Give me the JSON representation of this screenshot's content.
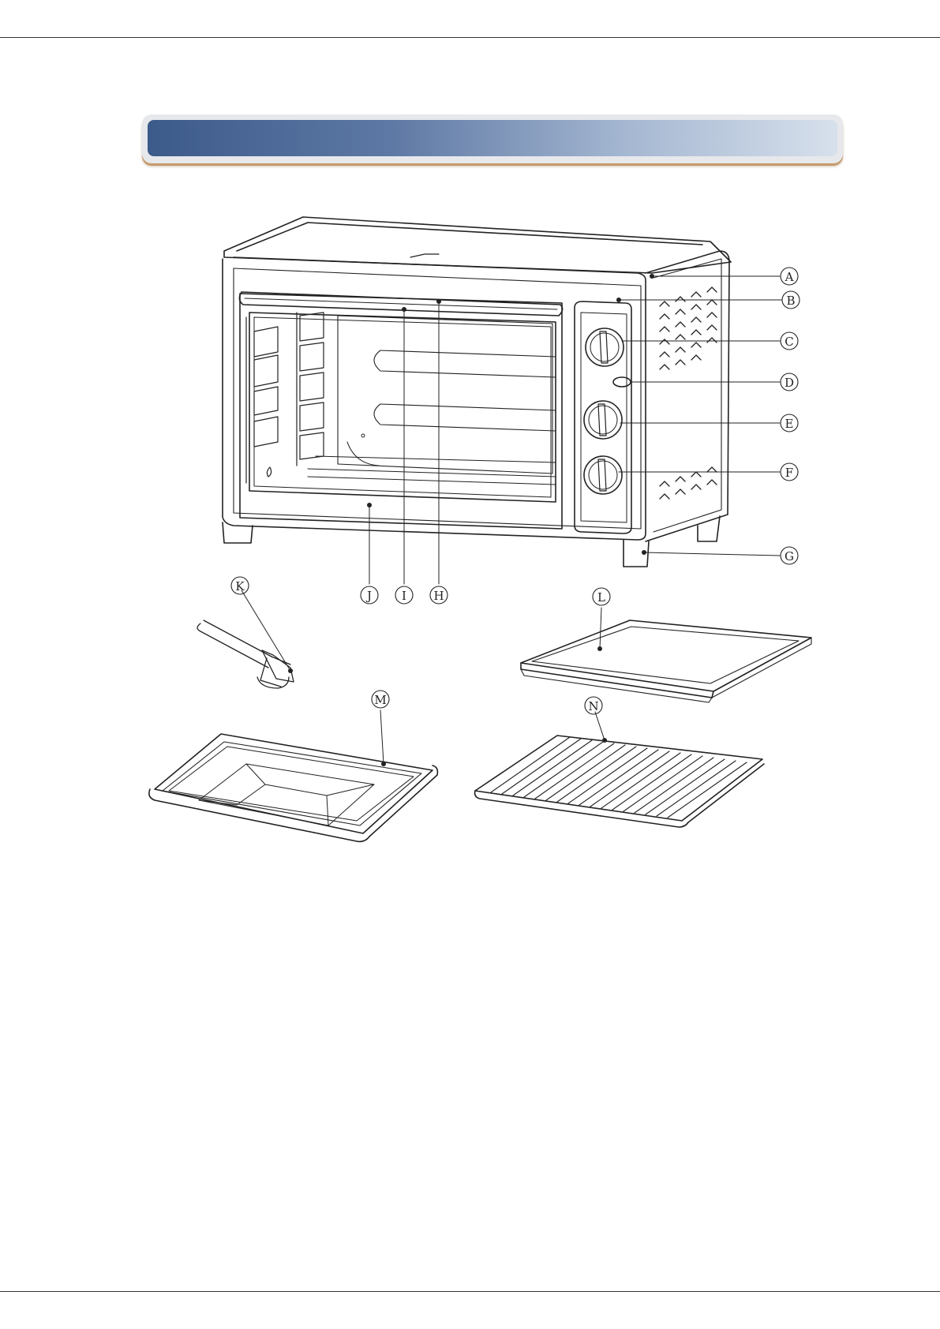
{
  "callouts": {
    "A": "A",
    "B": "B",
    "C": "C",
    "D": "D",
    "E": "E",
    "F": "F",
    "G": "G",
    "H": "H",
    "I": "I",
    "J": "J",
    "K": "K",
    "L": "L",
    "M": "M",
    "N": "N"
  },
  "colors": {
    "banner_start": "#3c5a8a",
    "banner_end": "#d7e0ec",
    "banner_border": "#c79a6c",
    "line": "#222222"
  }
}
